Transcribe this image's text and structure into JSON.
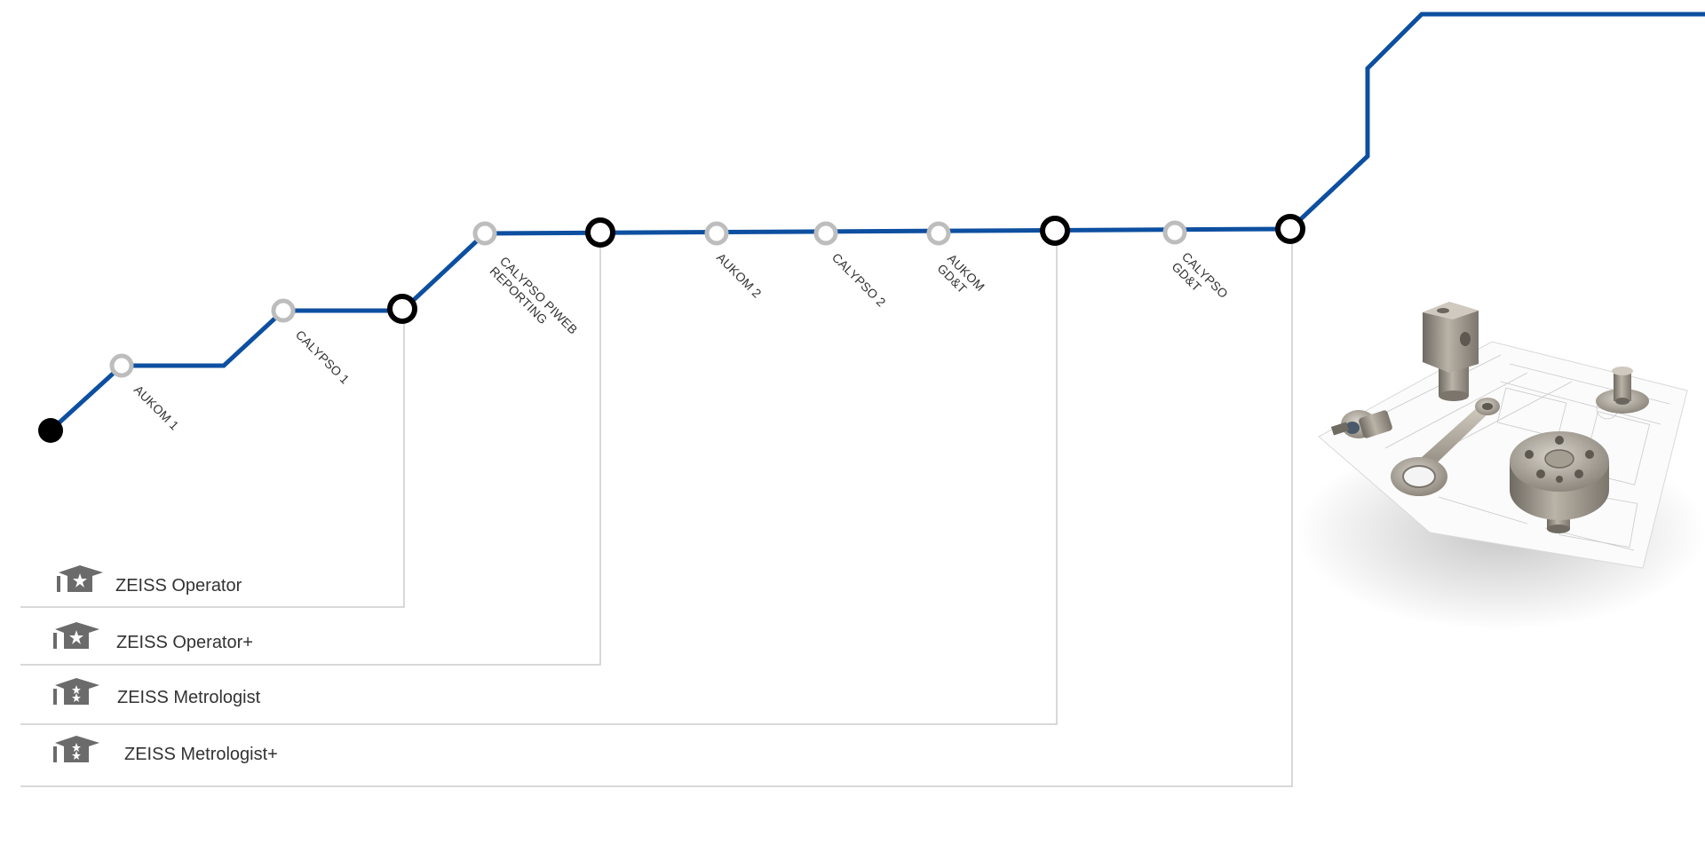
{
  "colors": {
    "track": "#0d4fa0",
    "minor_stop": "#bdbdbd",
    "major_stop": "#000000",
    "start_dot": "#000000",
    "bracket_line": "#cccccc",
    "cap_icon": "#6b6b6b",
    "label_text": "#333333"
  },
  "stops": [
    {
      "kind": "start",
      "label_lines": []
    },
    {
      "kind": "minor",
      "label_lines": [
        "AUKOM 1"
      ]
    },
    {
      "kind": "minor",
      "label_lines": [
        "CALYPSO 1"
      ]
    },
    {
      "kind": "major",
      "label_lines": []
    },
    {
      "kind": "minor",
      "label_lines": [
        "CALYPSO PIWEB",
        "REPORTING"
      ]
    },
    {
      "kind": "major",
      "label_lines": []
    },
    {
      "kind": "minor",
      "label_lines": [
        "AUKOM 2"
      ]
    },
    {
      "kind": "minor",
      "label_lines": [
        "CALYPSO 2"
      ]
    },
    {
      "kind": "minor",
      "label_lines": [
        "AUKOM",
        "GD&T"
      ]
    },
    {
      "kind": "major",
      "label_lines": []
    },
    {
      "kind": "minor",
      "label_lines": [
        "CALYPSO",
        "GD&T"
      ]
    },
    {
      "kind": "major",
      "label_lines": []
    }
  ],
  "certifications": [
    {
      "label": "ZEISS Operator",
      "icon": "graduation-cap-icon"
    },
    {
      "label": "ZEISS Operator+",
      "icon": "graduation-cap-icon"
    },
    {
      "label": "ZEISS Metrologist",
      "icon": "graduation-cap-icon"
    },
    {
      "label": "ZEISS Metrologist+",
      "icon": "graduation-cap-icon"
    }
  ],
  "illustration": {
    "icon": "machined-parts-and-drawing-illustration"
  }
}
